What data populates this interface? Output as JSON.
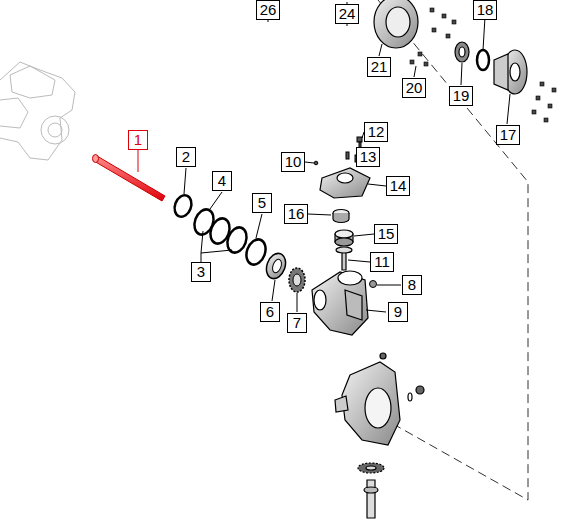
{
  "diagram": {
    "labels": [
      "26",
      "24",
      "18",
      "21",
      "20",
      "19",
      "17",
      "1",
      "2",
      "4",
      "5",
      "3",
      "12",
      "10",
      "13",
      "14",
      "16",
      "15",
      "11",
      "8",
      "6",
      "7",
      "9"
    ]
  }
}
